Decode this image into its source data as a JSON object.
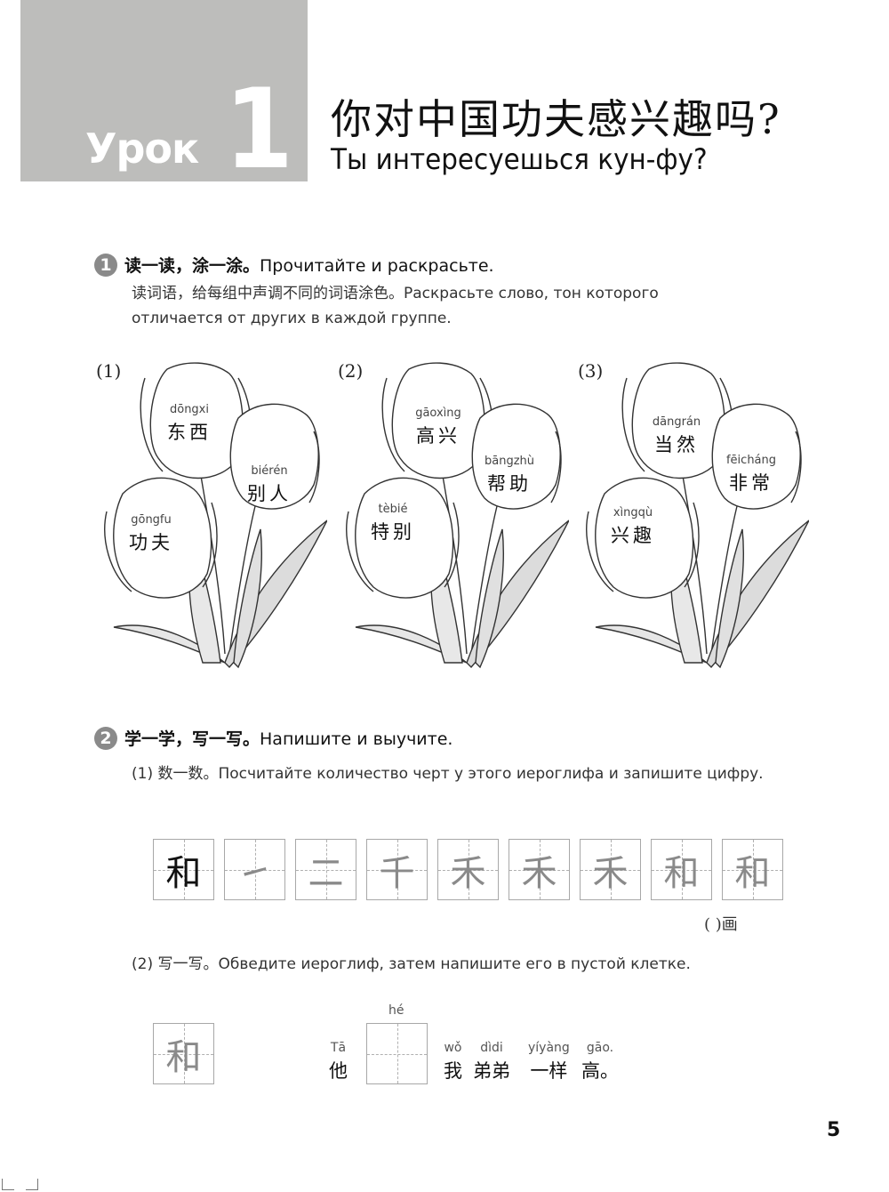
{
  "header": {
    "lesson_word": "Урок",
    "lesson_number": "1",
    "title_zh": "你对中国功夫感兴趣吗?",
    "title_ru": "Ты интересуешься кун-фу?",
    "block_color": "#bdbdbb"
  },
  "exercise1": {
    "number": "1",
    "title_zh": "读一读，涂一涂。",
    "title_ru": "Прочитайте и раскрасьте.",
    "instruction_line1": "读词语，给每组中声调不同的词语涂色。Раскрасьте слово, тон которого",
    "instruction_line2": "отличается от других в каждой группе.",
    "groups": [
      {
        "label": "(1)",
        "words": [
          {
            "pinyin": "dōngxi",
            "hanzi": "东西"
          },
          {
            "pinyin": "biérén",
            "hanzi": "别人"
          },
          {
            "pinyin": "gōngfu",
            "hanzi": "功夫"
          }
        ]
      },
      {
        "label": "(2)",
        "words": [
          {
            "pinyin": "gāoxìng",
            "hanzi": "高兴"
          },
          {
            "pinyin": "bāngzhù",
            "hanzi": "帮助"
          },
          {
            "pinyin": "tèbié",
            "hanzi": "特别"
          }
        ]
      },
      {
        "label": "(3)",
        "words": [
          {
            "pinyin": "dāngrán",
            "hanzi": "当然"
          },
          {
            "pinyin": "fēicháng",
            "hanzi": "非常"
          },
          {
            "pinyin": "xìngqù",
            "hanzi": "兴趣"
          }
        ]
      }
    ]
  },
  "exercise2": {
    "number": "2",
    "title_zh": "学一学，写一写。",
    "title_ru": "Напишите и выучите.",
    "part1": {
      "label": "(1) 数一数。Посчитайте количество черт у этого иероглифа и запишите цифру.",
      "cells": [
        "和",
        "㇀",
        "二",
        "千",
        "禾",
        "禾",
        "禾",
        "和",
        "和"
      ],
      "answer_blank": "(      )画"
    },
    "part2": {
      "label": "(2) 写一写。Обведите иероглиф, затем напишите его в пустой клетке.",
      "trace_char": "和",
      "blank_pinyin": "hé",
      "sentence": [
        {
          "pinyin": "Tā",
          "hanzi": "他"
        },
        {
          "pinyin": "wǒ",
          "hanzi": "我"
        },
        {
          "pinyin": "dìdi",
          "hanzi": "弟弟"
        },
        {
          "pinyin": "yíyàng",
          "hanzi": "一样"
        },
        {
          "pinyin": "gāo.",
          "hanzi": "高。"
        }
      ]
    }
  },
  "footer": {
    "page_number": "5"
  }
}
